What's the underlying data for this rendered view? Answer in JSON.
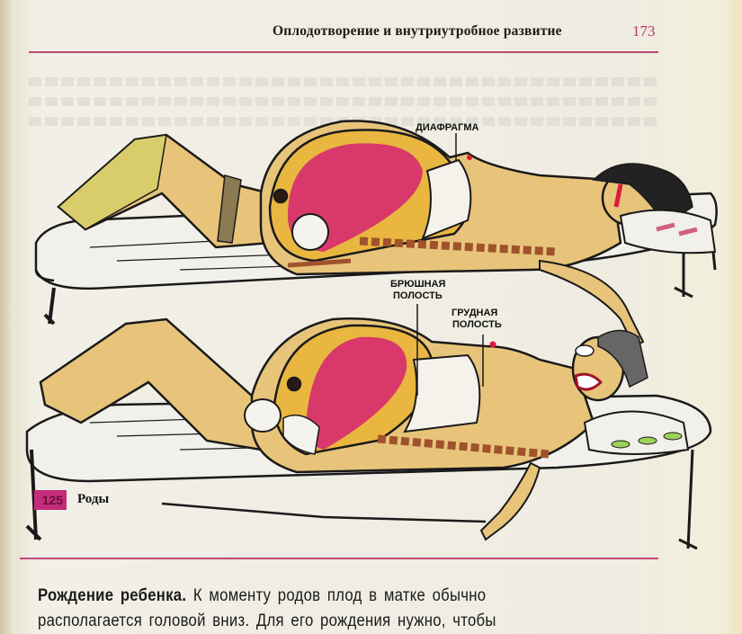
{
  "header": {
    "title": "Оплодотворение и внутриутробное развитие",
    "page_number": "173"
  },
  "figure": {
    "number": "125",
    "caption": "Роды",
    "labels": {
      "diaphragm": "ДИАФРАГМА",
      "abdominal_cavity_line1": "БРЮШНАЯ",
      "abdominal_cavity_line2": "ПОЛОСТЬ",
      "thoracic_cavity_line1": "ГРУДНАЯ",
      "thoracic_cavity_line2": "ПОЛОСТЬ"
    },
    "colors": {
      "skin": "#e8c47a",
      "uterus_wall": "#e9b640",
      "uterus_inner": "#d8386a",
      "spine": "#a0522d",
      "outline": "#1a1a1a",
      "accent_rule": "#c04a72",
      "figure_badge": "#c42c7a"
    }
  },
  "body": {
    "lead": "Рождение ребенка.",
    "line1_rest": " К моменту родов плод в матке обычно",
    "line2": "располагается головой вниз. Для его рождения нужно, чтобы"
  }
}
